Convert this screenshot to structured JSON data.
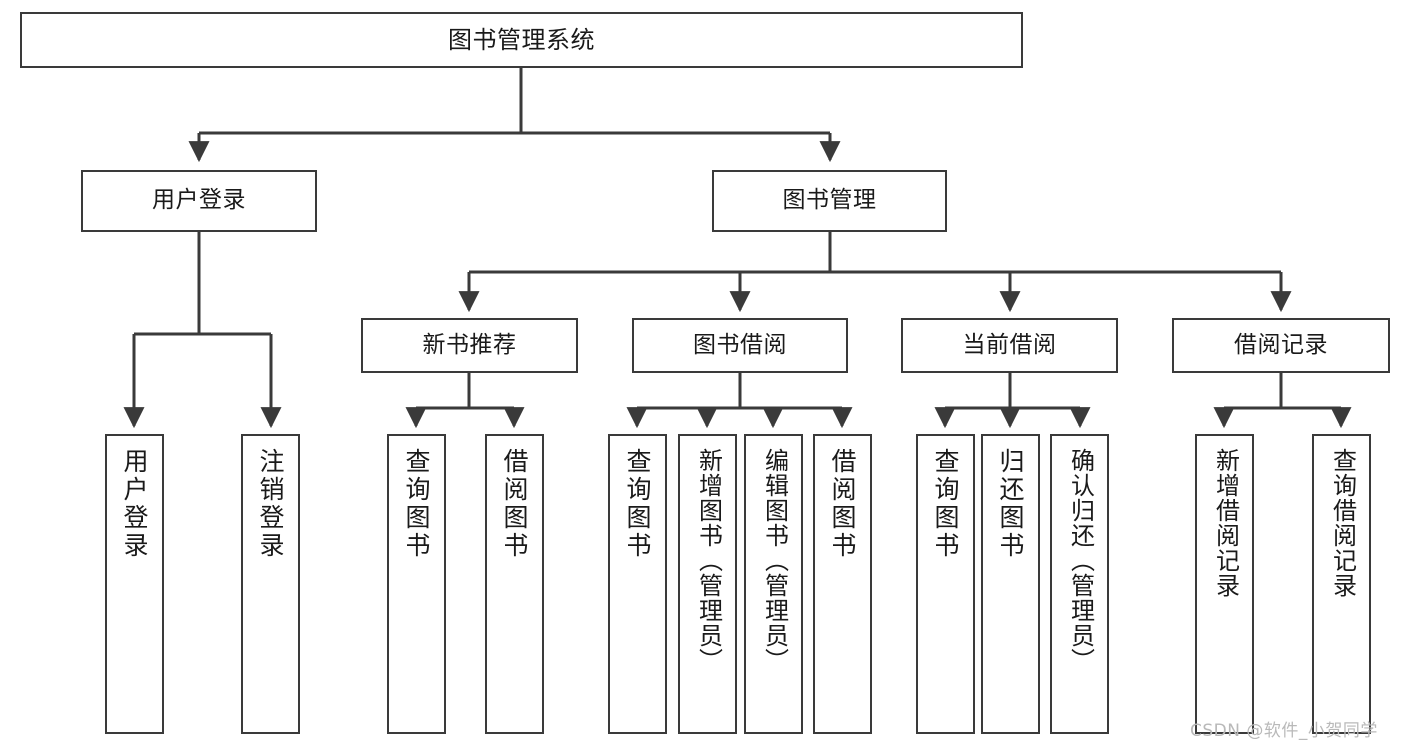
{
  "diagram": {
    "title": "图书管理系统",
    "type": "tree",
    "watermark": "CSDN @软件_小贺同学",
    "colors": {
      "box_border": "#3a3a3a",
      "box_fill": "#ffffff",
      "edge": "#3a3a3a",
      "text": "#1a1a1a",
      "watermark": "#b9b9b9",
      "background": "#ffffff"
    },
    "nodes": {
      "root": {
        "label": "图书管理系统"
      },
      "level2": [
        {
          "label": "用户登录"
        },
        {
          "label": "图书管理"
        }
      ],
      "level3": [
        {
          "label": "新书推荐"
        },
        {
          "label": "图书借阅"
        },
        {
          "label": "当前借阅"
        },
        {
          "label": "借阅记录"
        }
      ],
      "leaves": {
        "user_login": [
          {
            "label": "用户登录"
          },
          {
            "label": "注销登录"
          }
        ],
        "new_book": [
          {
            "label": "查询图书"
          },
          {
            "label": "借阅图书"
          }
        ],
        "book_borrow": [
          {
            "label": "查询图书"
          },
          {
            "label": "新增图书（管理员）"
          },
          {
            "label": "编辑图书（管理员）"
          },
          {
            "label": "借阅图书"
          }
        ],
        "current_borrow": [
          {
            "label": "查询图书"
          },
          {
            "label": "归还图书"
          },
          {
            "label": "确认归还（管理员）"
          }
        ],
        "borrow_record": [
          {
            "label": "新增借阅记录"
          },
          {
            "label": "查询借阅记录"
          }
        ]
      }
    }
  }
}
